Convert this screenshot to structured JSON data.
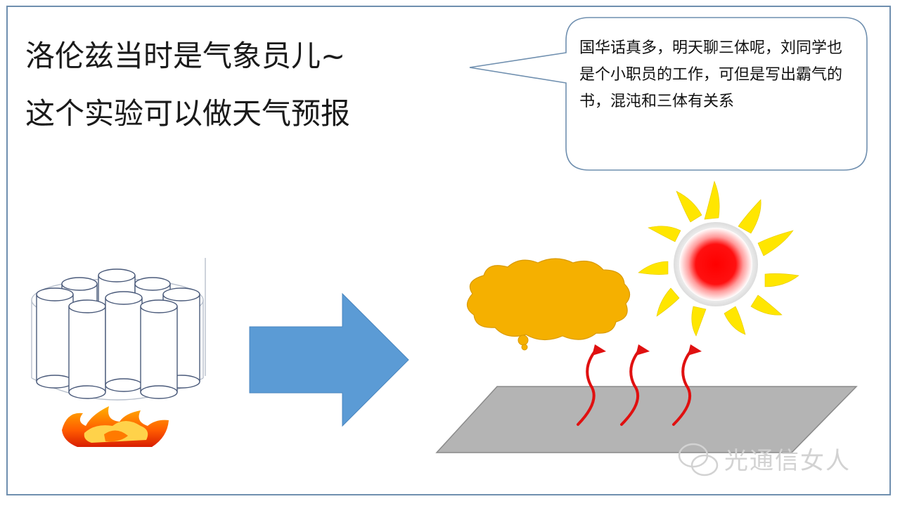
{
  "title": {
    "line1": "洛伦兹当时是气象员儿~",
    "line2": "这个实验可以做天气预报"
  },
  "speech_bubble": {
    "text": "国华话真多，明天聊三体呢，刘同学也是个小职员的工作，可但是写出霸气的书，混沌和三体有关系"
  },
  "watermark": {
    "text": "光通信女人",
    "icon": "wechat-icon"
  },
  "colors": {
    "border": "#6f8faf",
    "arrow": "#5b9bd5",
    "cloud": "#f5b000",
    "sun_core": "#ff0000",
    "sun_rays": "#ffe600",
    "heat_waves": "#e01010",
    "ground": "#b4b4b4"
  }
}
